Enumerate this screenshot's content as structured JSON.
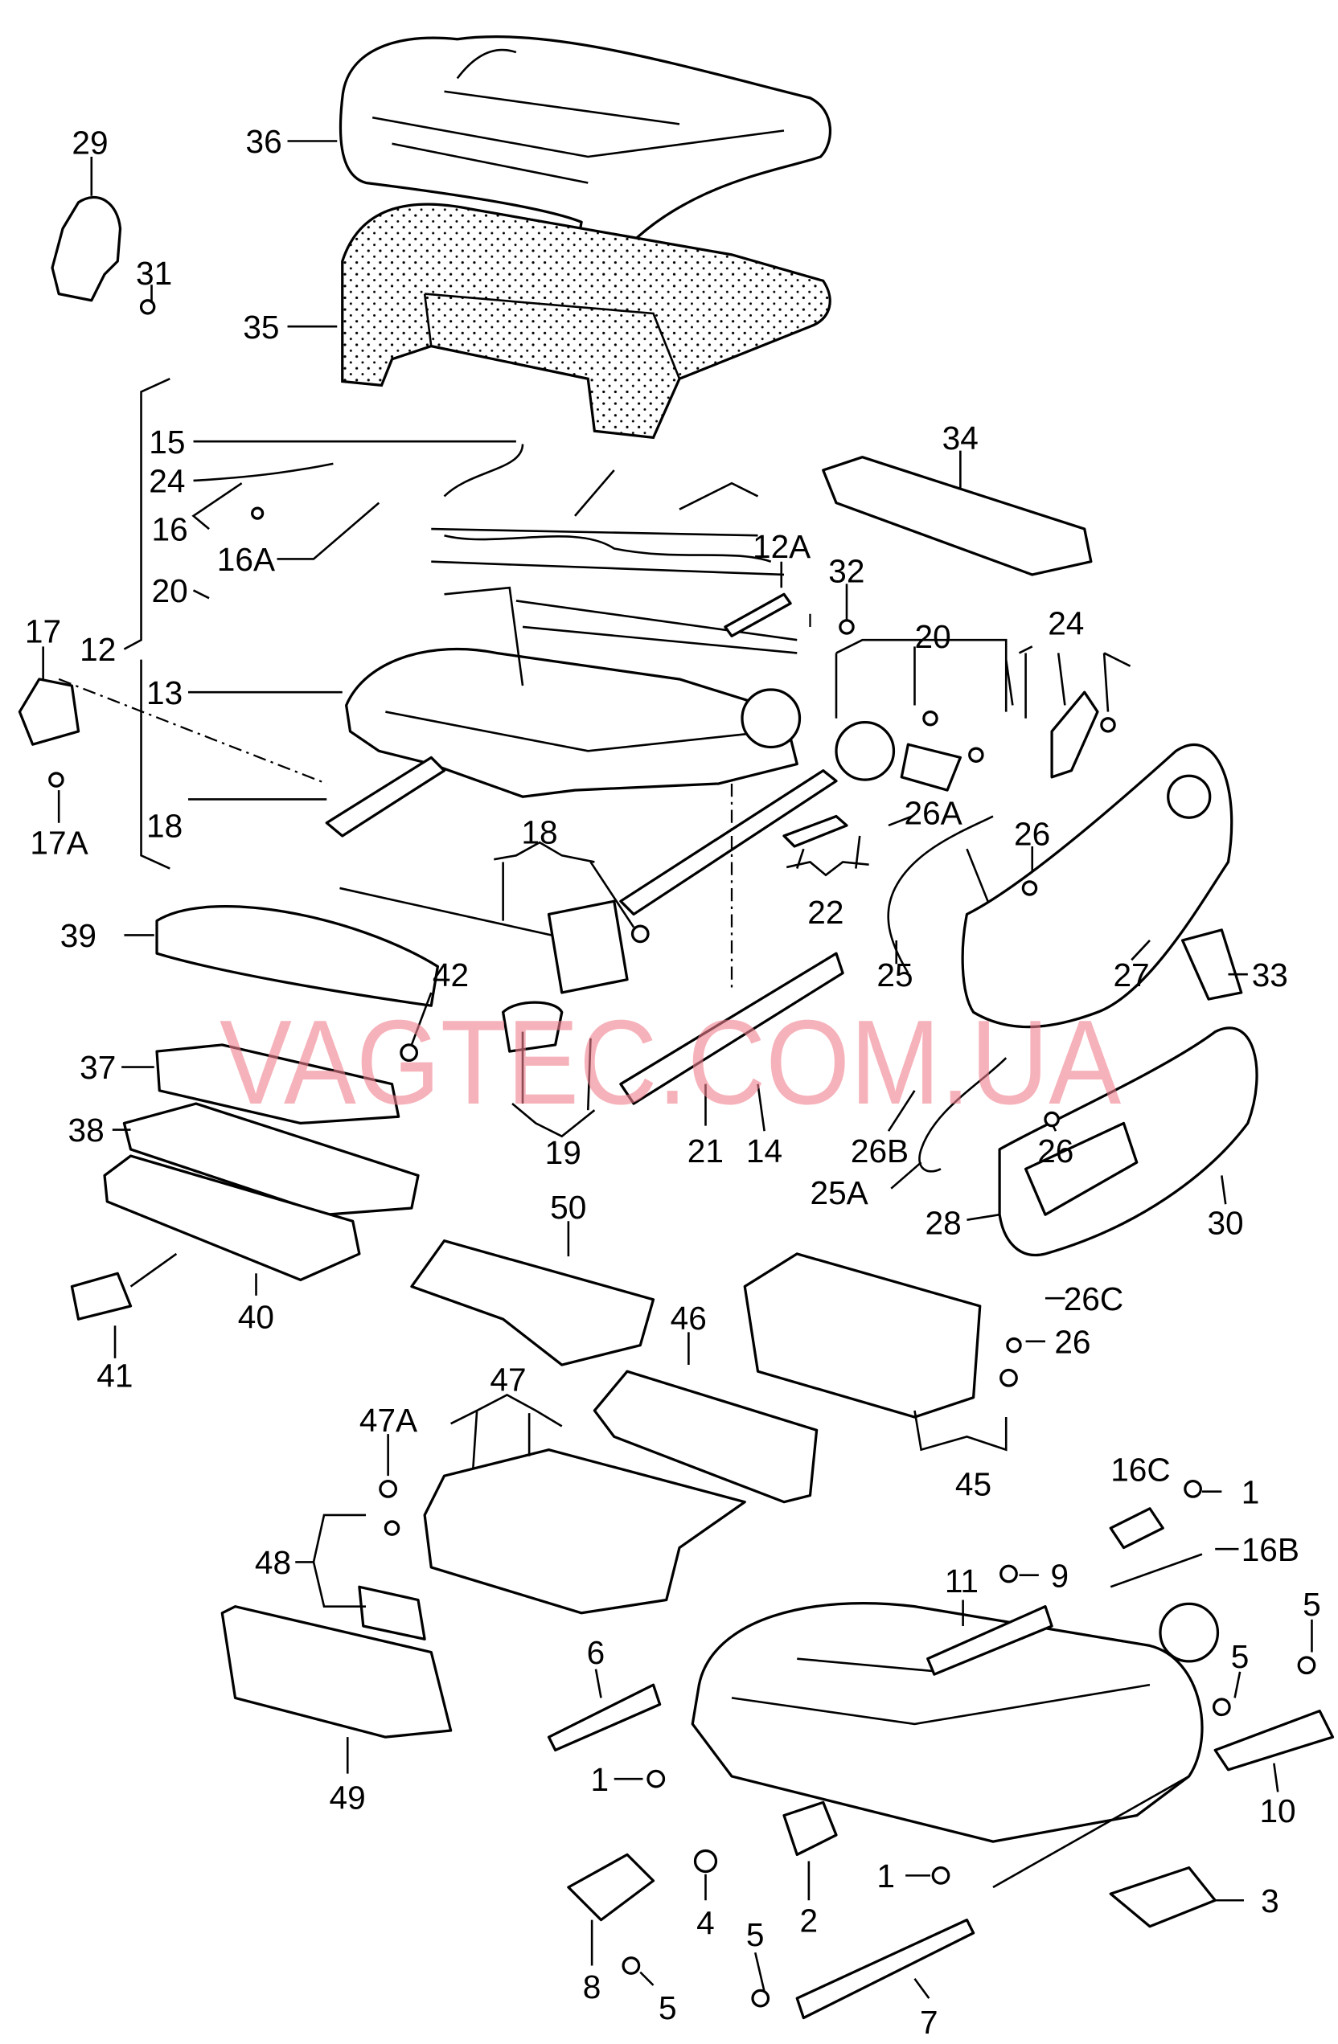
{
  "diagram": {
    "labels": [
      "29",
      "31",
      "36",
      "35",
      "15",
      "24",
      "16",
      "16A",
      "20",
      "12",
      "17",
      "13",
      "17A",
      "18",
      "34",
      "12A",
      "32",
      "20",
      "24",
      "18",
      "26A",
      "26",
      "22",
      "25",
      "39",
      "27",
      "33",
      "37",
      "42",
      "14",
      "26B",
      "26",
      "19",
      "21",
      "25A",
      "38",
      "28",
      "30",
      "50",
      "40",
      "41",
      "46",
      "26C",
      "26",
      "47",
      "45",
      "47A",
      "16C",
      "1",
      "16B",
      "9",
      "11",
      "48",
      "5",
      "6",
      "5",
      "1",
      "10",
      "49",
      "1",
      "3",
      "4",
      "2",
      "8",
      "5",
      "5",
      "7"
    ],
    "watermark": "VAGTEC.COM.UA"
  }
}
